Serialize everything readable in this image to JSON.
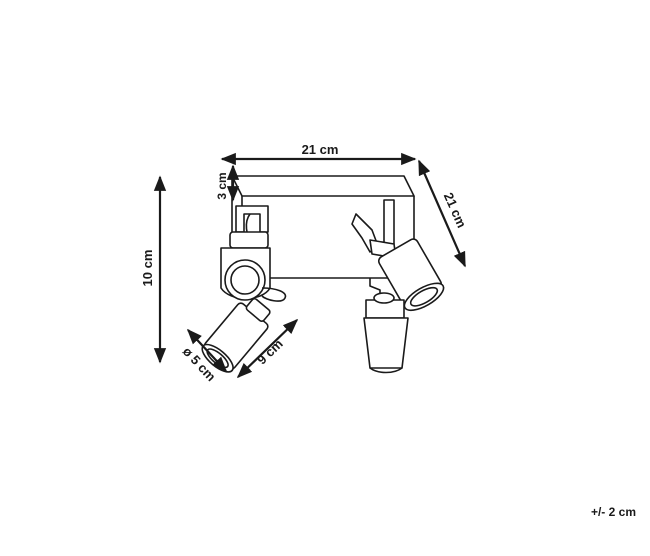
{
  "dimensions": {
    "width_top": "21 cm",
    "depth_side": "21 cm",
    "height": "10 cm",
    "plate_thickness": "3 cm",
    "spot_length": "9 cm",
    "spot_diameter": "ø 5 cm"
  },
  "tolerance": "+/- 2 cm",
  "colors": {
    "line": "#1a1a1a",
    "background": "#ffffff"
  }
}
